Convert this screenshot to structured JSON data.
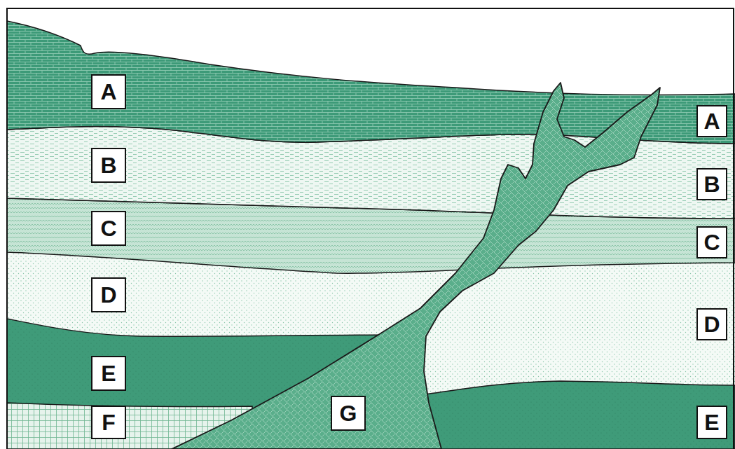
{
  "diagram": {
    "labels": [
      "A",
      "B",
      "C",
      "D",
      "E",
      "F",
      "G",
      "A",
      "B",
      "C",
      "D",
      "E"
    ]
  }
}
